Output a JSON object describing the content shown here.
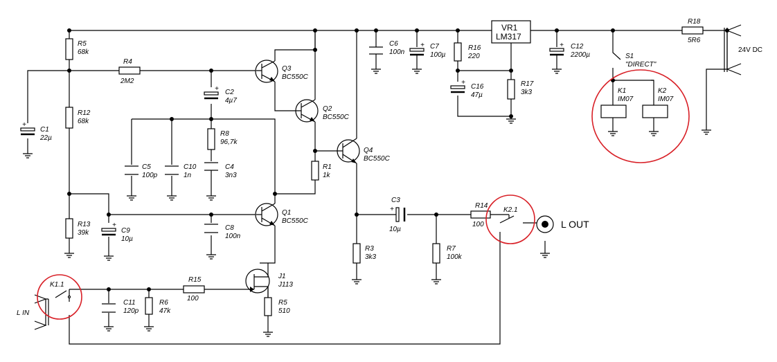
{
  "colors": {
    "wire": "#000000",
    "highlight": "#d81f26",
    "background": "#ffffff"
  },
  "labels": {
    "R5a": "R5",
    "R5a_val": "68k",
    "R4": "R4",
    "R4_val": "2M2",
    "R12": "R12",
    "R12_val": "68k",
    "R13": "R13",
    "R13_val": "39k",
    "C1": "C1",
    "C1_val": "22µ",
    "C2": "C2",
    "C2_val": "4µ7",
    "R8": "R8",
    "R8_val": "96,7k",
    "C4": "C4",
    "C4_val": "3n3",
    "C5": "C5",
    "C5_val": "100p",
    "C10": "C10",
    "C10_val": "1n",
    "C9": "C9",
    "C9_val": "10µ",
    "C8": "C8",
    "C8_val": "100n",
    "Q3": "Q3",
    "Q3_val": "BC550C",
    "Q2": "Q2",
    "Q2_val": "BC550C",
    "Q4": "Q4",
    "Q4_val": "BC550C",
    "Q1": "Q1",
    "Q1_val": "BC550C",
    "R1": "R1",
    "R1_val": "1k",
    "J1": "J1",
    "J1_val": "J113",
    "R5b": "R5",
    "R5b_val": "510",
    "R15": "R15",
    "R15_val": "100",
    "R6": "R6",
    "R6_val": "47k",
    "C11": "C11",
    "C11_val": "120p",
    "K11": "K1.1",
    "LIN": "L IN",
    "C6": "C6",
    "C6_val": "100n",
    "C7": "C7",
    "C7_val": "100µ",
    "R16": "R16",
    "R16_val": "220",
    "C16": "C16",
    "C16_val": "47µ",
    "R17": "R17",
    "R17_val": "3k3",
    "VR1": "VR1",
    "VR1_val": "LM317",
    "C12": "C12",
    "C12_val": "2200µ",
    "R18": "R18",
    "R18_val": "5R6",
    "DC": "24V DC",
    "S1": "S1",
    "S1_val": "\"DIRECT\"",
    "K1": "K1",
    "K1_val": "IM07",
    "K2": "K2",
    "K2_val": "IM07",
    "C3": "C3",
    "C3_val": "10µ",
    "R3": "R3",
    "R3_val": "3k3",
    "R7": "R7",
    "R7_val": "100k",
    "R14": "R14",
    "R14_val": "100",
    "K21": "K2.1",
    "LOUT": "L OUT",
    "plus": "+"
  }
}
